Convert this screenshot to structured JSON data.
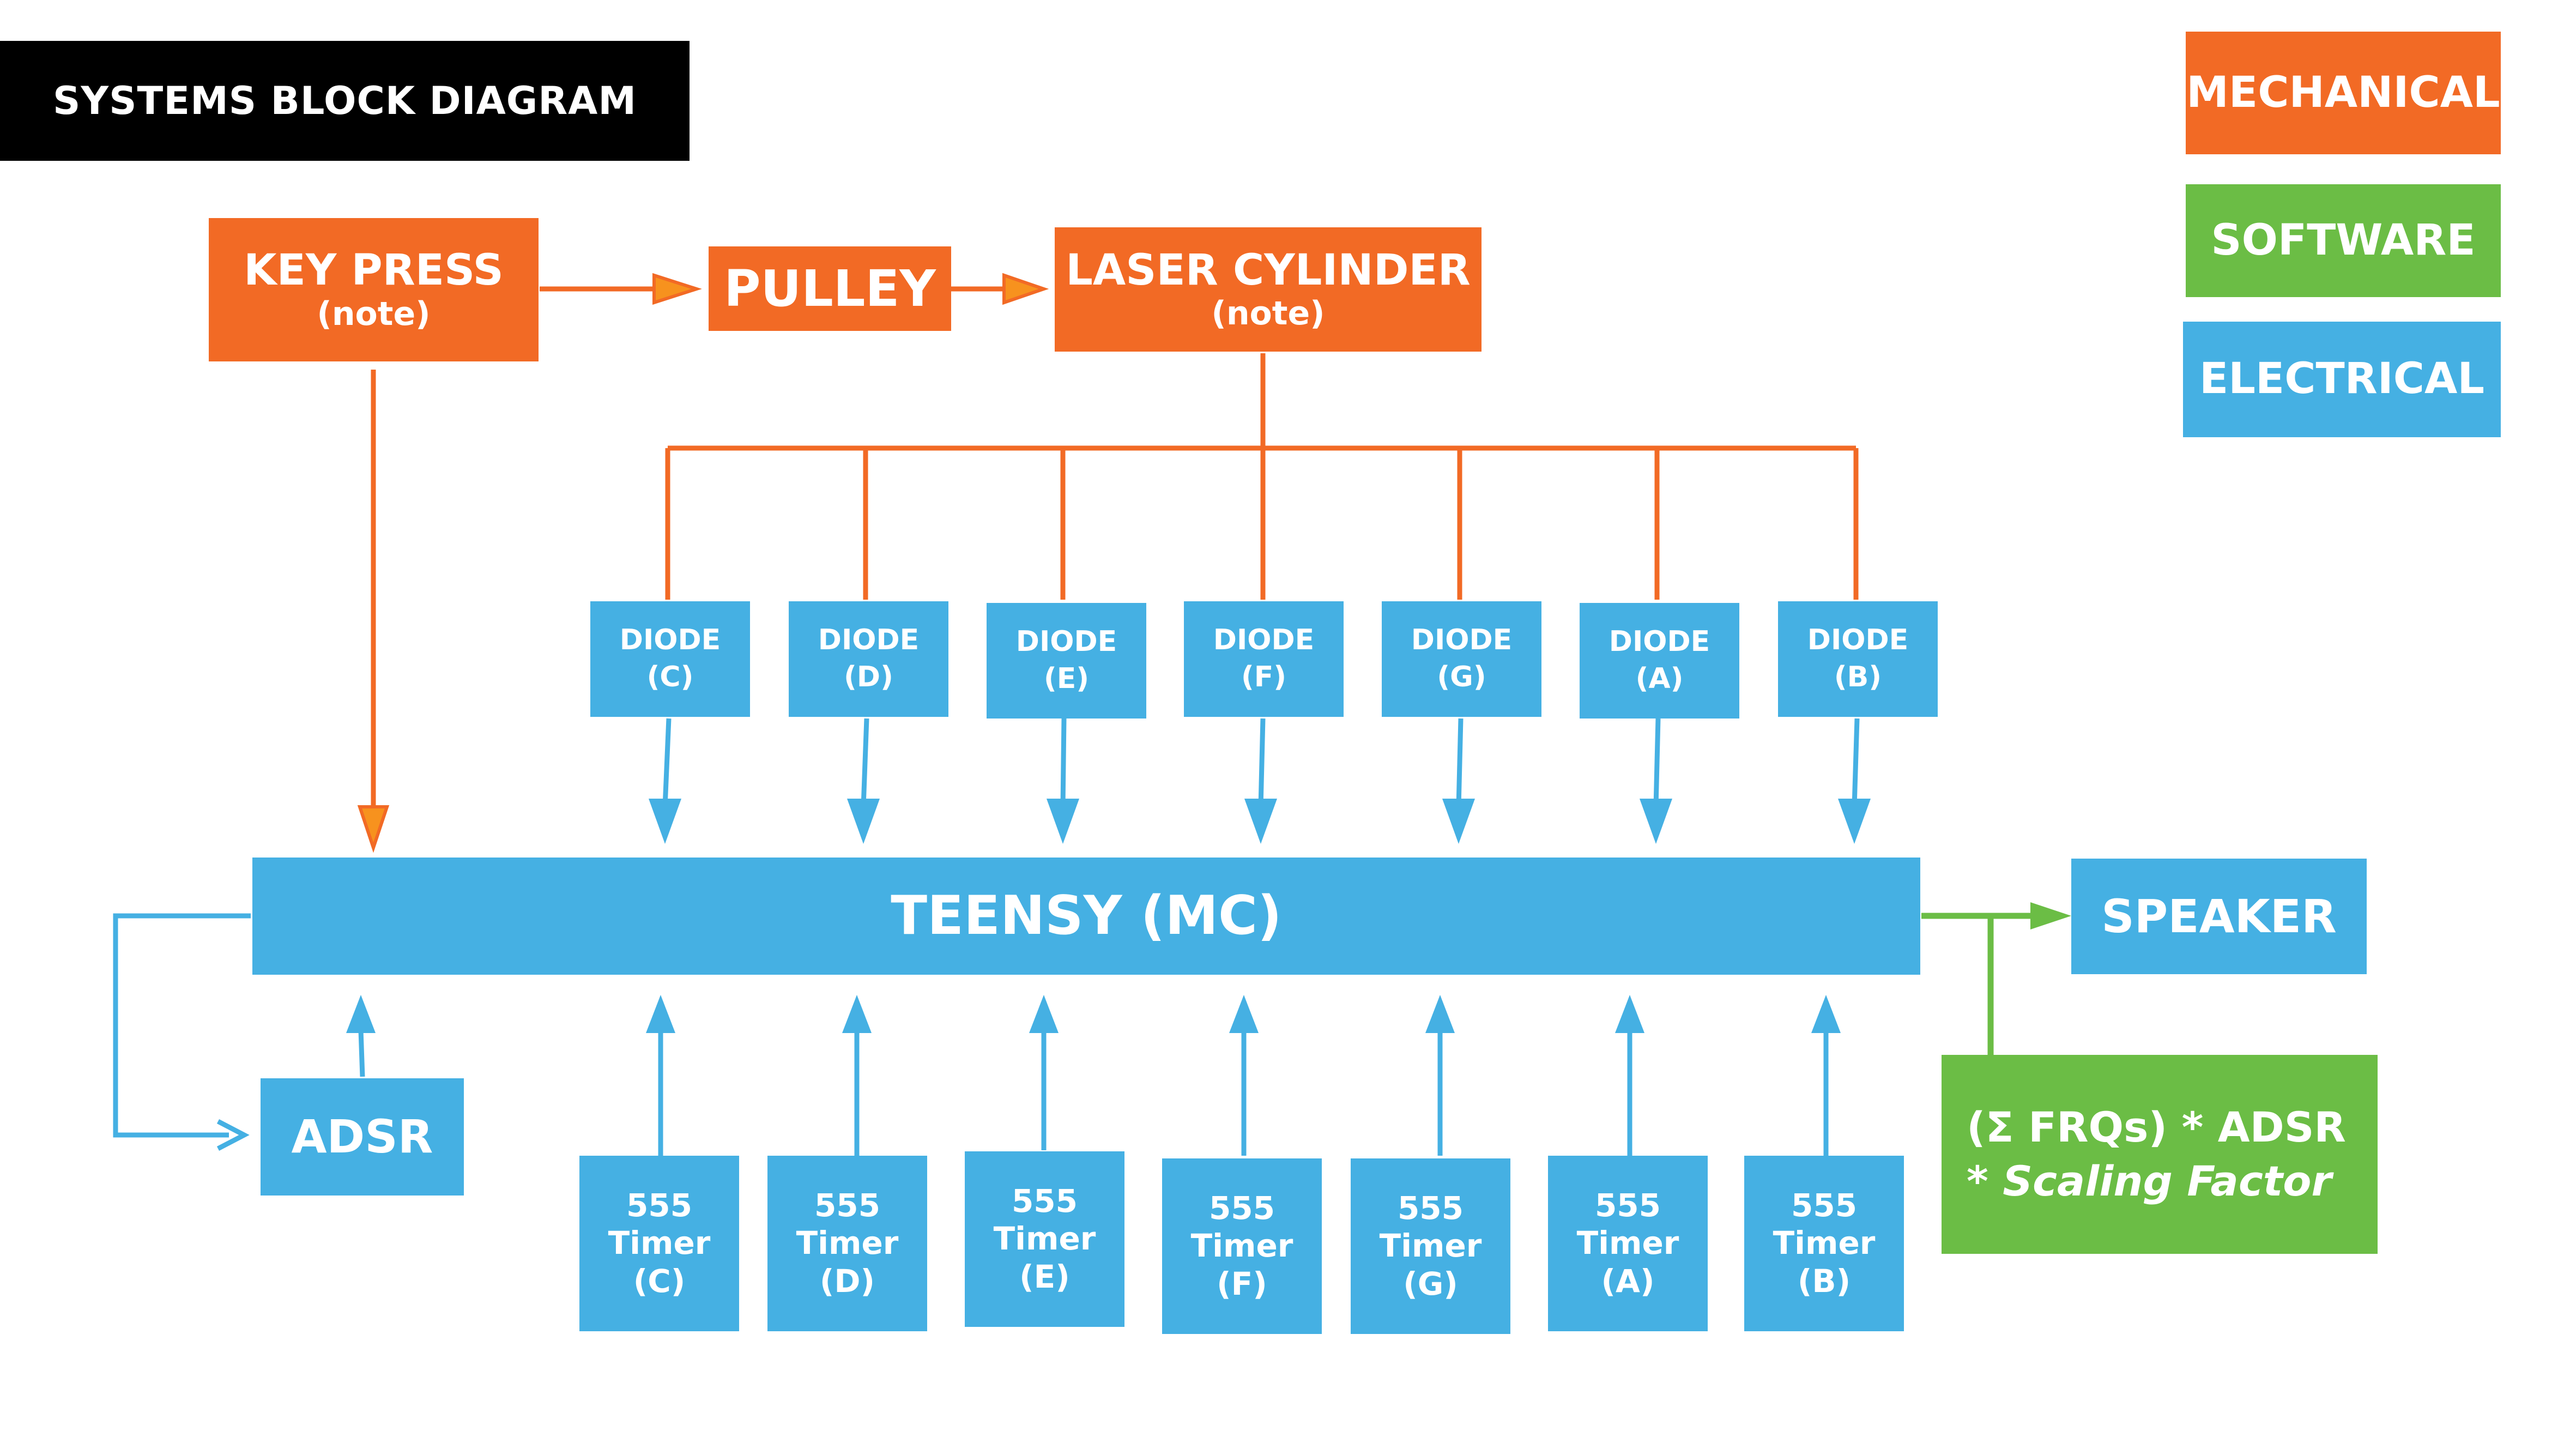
{
  "title": "SYSTEMS BLOCK DIAGRAM",
  "legend": {
    "mechanical": "MECHANICAL",
    "software": "SOFTWARE",
    "electrical": "ELECTRICAL"
  },
  "colors": {
    "mechanical": "#f26a25",
    "software": "#6bbd45",
    "electrical": "#45b0e3",
    "title_bg": "#000000"
  },
  "mechanical": {
    "key_press": {
      "label": "KEY PRESS",
      "sub": "(note)"
    },
    "pulley": {
      "label": "PULLEY"
    },
    "laser_cylinder": {
      "label": "LASER CYLINDER",
      "sub": "(note)"
    }
  },
  "diodes": [
    {
      "line1": "DIODE",
      "line2": "(C)"
    },
    {
      "line1": "DIODE",
      "line2": "(D)"
    },
    {
      "line1": "DIODE",
      "line2": "(E)"
    },
    {
      "line1": "DIODE",
      "line2": "(F)"
    },
    {
      "line1": "DIODE",
      "line2": "(G)"
    },
    {
      "line1": "DIODE",
      "line2": "(A)"
    },
    {
      "line1": "DIODE",
      "line2": "(B)"
    }
  ],
  "teensy": {
    "label": "TEENSY (MC)"
  },
  "speaker": {
    "label": "SPEAKER"
  },
  "adsr": {
    "label": "ADSR"
  },
  "timers": [
    {
      "line1": "555",
      "line2": "Timer",
      "line3": "(C)"
    },
    {
      "line1": "555",
      "line2": "Timer",
      "line3": "(D)"
    },
    {
      "line1": "555",
      "line2": "Timer",
      "line3": "(E)"
    },
    {
      "line1": "555",
      "line2": "Timer",
      "line3": "(F)"
    },
    {
      "line1": "555",
      "line2": "Timer",
      "line3": "(G)"
    },
    {
      "line1": "555",
      "line2": "Timer",
      "line3": "(A)"
    },
    {
      "line1": "555",
      "line2": "Timer",
      "line3": "(B)"
    }
  ],
  "formula": {
    "line1": "(Σ FRQs) * ADSR",
    "line2_prefix": "* ",
    "line2_italic": "Scaling Factor"
  }
}
